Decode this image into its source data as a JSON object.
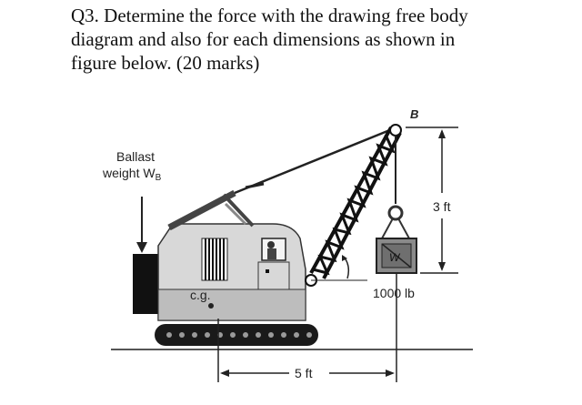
{
  "question": {
    "line1": "Q3. Determine the force with the drawing free body",
    "line2": "diagram and also for each dimensions as shown in",
    "line3": "figure below. (20 marks)"
  },
  "figure": {
    "label_ballast_line1": "Ballast",
    "label_ballast_line2": "weight W",
    "label_ballast_sub": "B",
    "label_boom_tip": "B",
    "label_cg": "c.g.",
    "label_dim_vertical": "3 ft",
    "label_load_weight": "1000 lb",
    "label_dim_horizontal": "5 ft",
    "label_load_box": "W"
  }
}
